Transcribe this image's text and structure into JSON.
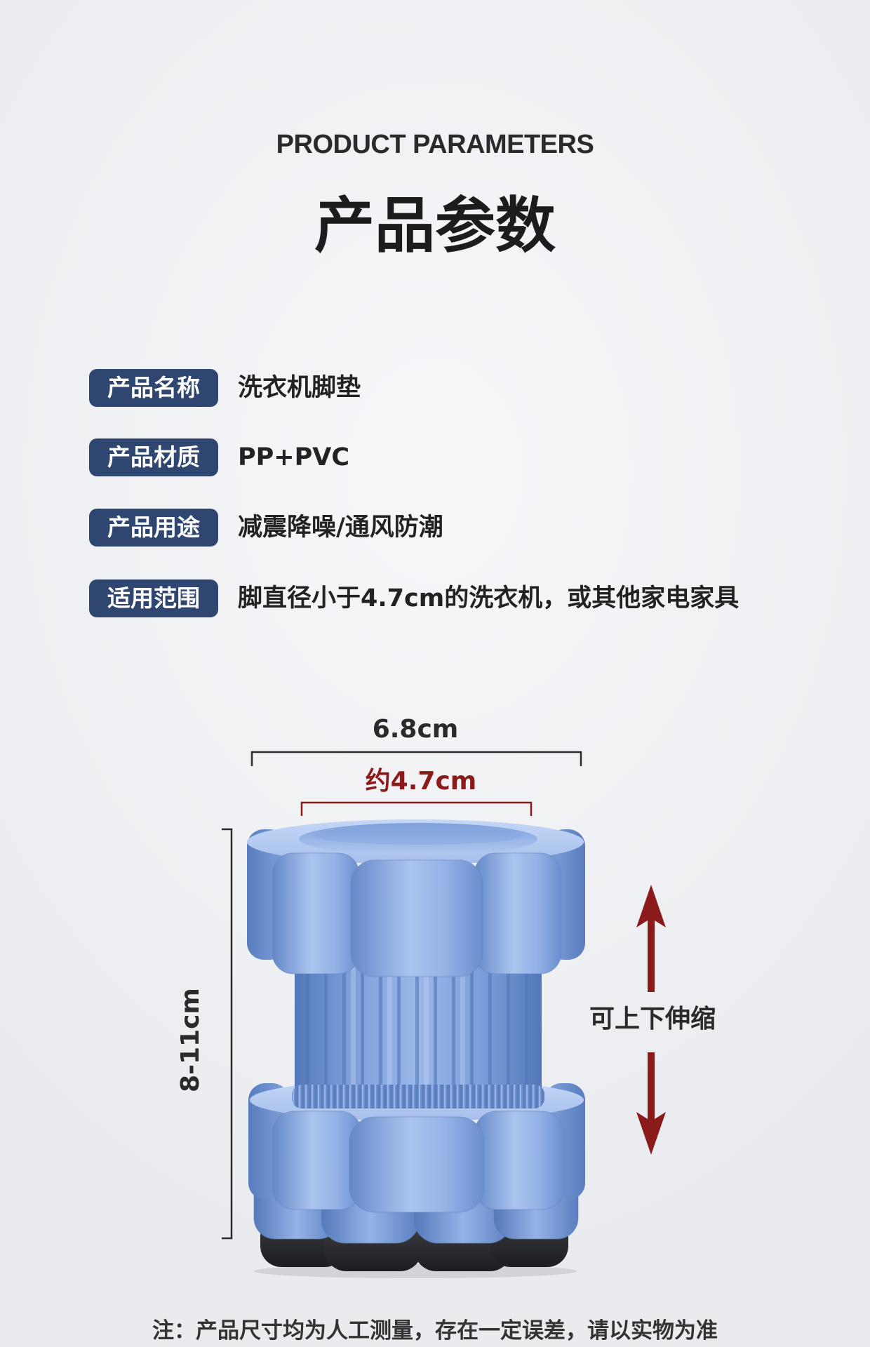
{
  "header": {
    "subtitle_en": "PRODUCT PARAMETERS",
    "title_cn": "产品参数"
  },
  "params": [
    {
      "label": "产品名称",
      "value": "洗衣机脚垫"
    },
    {
      "label": "产品材质",
      "value": "PP+PVC"
    },
    {
      "label": "产品用途",
      "value": "减震降噪/通风防潮"
    },
    {
      "label": "适用范围",
      "value": "脚直径小于4.7cm的洗衣机，或其他家电家具"
    }
  ],
  "dimensions": {
    "outer_width": "6.8cm",
    "inner_diameter": "约4.7cm",
    "height": "8-11cm",
    "adjust_note": "可上下伸缩"
  },
  "footnote": "注：产品尺寸均为人工测量，存在一定误差，请以实物为准",
  "colors": {
    "background": "#eff0f3",
    "badge": "#2f4670",
    "badge_text": "#ffffff",
    "accent_red": "#8b1a1a",
    "product_blue": "#7fa1da",
    "rubber_base": "#2b2c30"
  },
  "icons": {
    "up": "arrow-up-icon",
    "down": "arrow-down-icon",
    "product": "foot-pad-illustration"
  }
}
